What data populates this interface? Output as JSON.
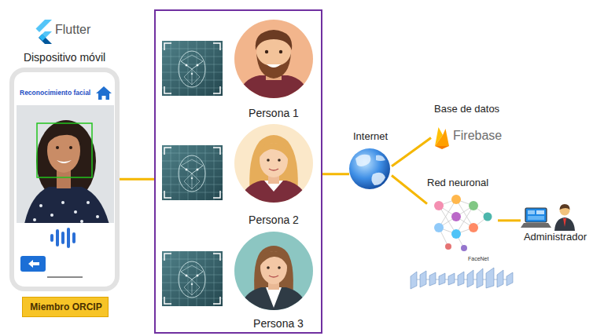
{
  "diagram": {
    "nodes": [
      {
        "text": [
          "Dispositivo móvil",
          "Reconocimiento facial"
        ]
      },
      {
        "text": [
          "Miembro ORCIP"
        ]
      },
      {
        "text": []
      },
      {
        "text": [
          "Persona 1"
        ],
        "in": 2
      },
      {
        "text": [
          "Persona 2"
        ],
        "in": 2
      },
      {
        "text": [
          "Persona 3"
        ],
        "in": 2
      },
      {
        "text": [
          "Internet"
        ]
      },
      {
        "text": [
          "Base de datos",
          "Firebase"
        ]
      },
      {
        "text": [
          "Red neuronal",
          "FaceNet"
        ]
      },
      {
        "text": [
          "Administrador"
        ]
      }
    ],
    "edges": [
      {
        "from": 0,
        "to": 2,
        "arrow": "none"
      },
      {
        "from": 2,
        "to": 6,
        "arrow": "none"
      },
      {
        "from": 6,
        "to": 7,
        "arrow": "none"
      },
      {
        "from": 6,
        "to": 8,
        "arrow": "none"
      },
      {
        "from": 8,
        "to": 9,
        "arrow": "none"
      }
    ],
    "labels": [
      "Flutter"
    ]
  }
}
